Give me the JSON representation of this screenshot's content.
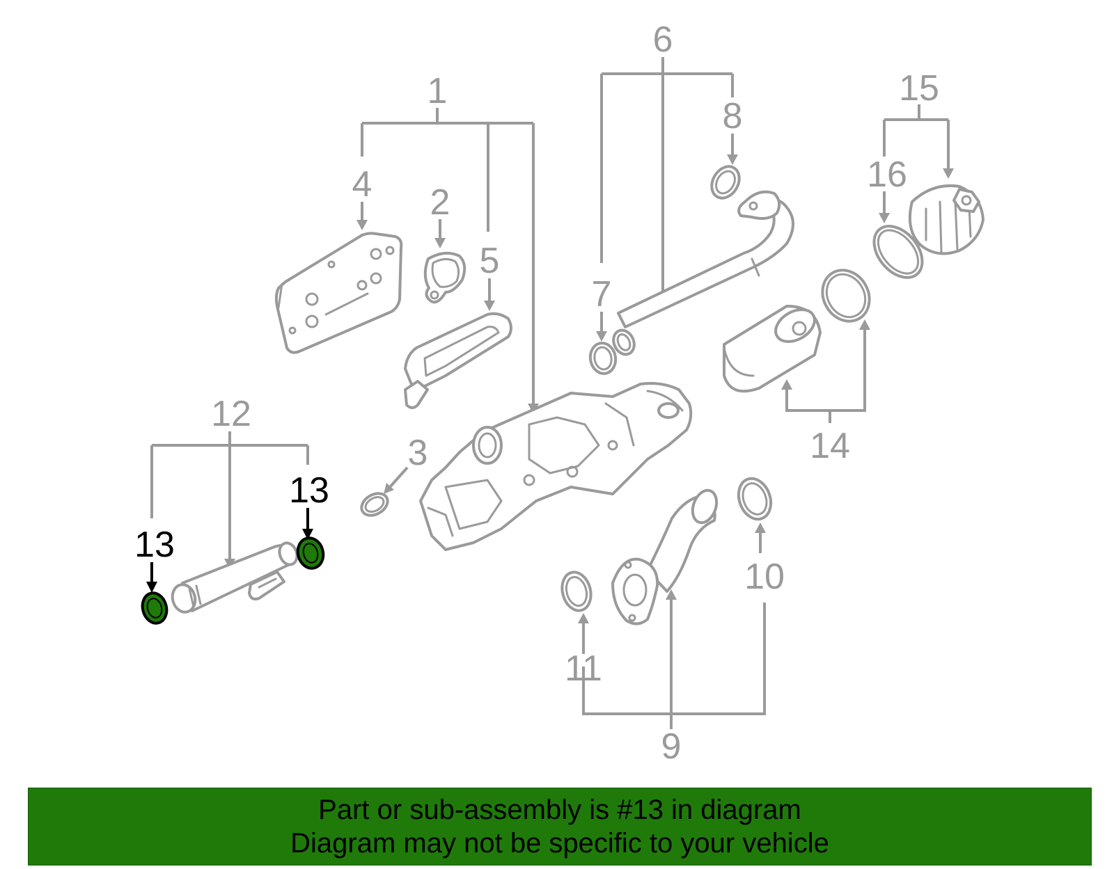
{
  "diagram": {
    "callouts": [
      {
        "id": "1",
        "label": "1"
      },
      {
        "id": "2",
        "label": "2"
      },
      {
        "id": "3",
        "label": "3"
      },
      {
        "id": "4",
        "label": "4"
      },
      {
        "id": "5",
        "label": "5"
      },
      {
        "id": "6",
        "label": "6"
      },
      {
        "id": "7",
        "label": "7"
      },
      {
        "id": "8",
        "label": "8"
      },
      {
        "id": "9",
        "label": "9"
      },
      {
        "id": "10",
        "label": "10"
      },
      {
        "id": "11",
        "label": "11"
      },
      {
        "id": "12",
        "label": "12"
      },
      {
        "id": "13a",
        "label": "13"
      },
      {
        "id": "13b",
        "label": "13"
      },
      {
        "id": "14",
        "label": "14"
      },
      {
        "id": "15",
        "label": "15"
      },
      {
        "id": "16",
        "label": "16"
      }
    ],
    "highlight_part": "13",
    "colors": {
      "line": "#9a9a9a",
      "highlight_fill": "#1f7a0a",
      "highlight_stroke": "#000000",
      "banner": "#1f7a0a"
    }
  },
  "banner": {
    "line1": "Part or sub-assembly is #13 in diagram",
    "line2": "Diagram may not be specific to your vehicle"
  }
}
